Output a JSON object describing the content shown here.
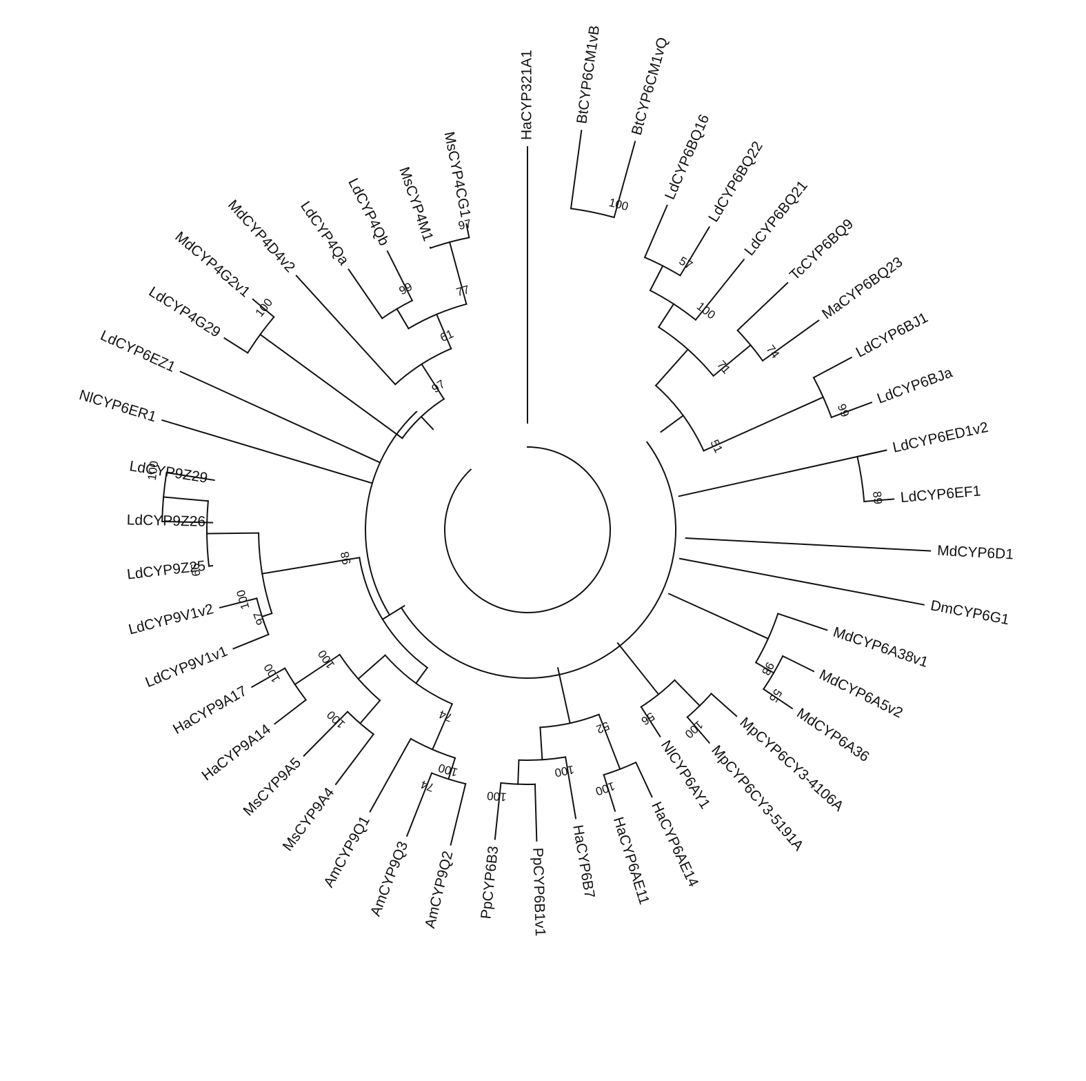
{
  "diagram": {
    "type": "circular-phylogenetic-tree",
    "line_color": "#111111",
    "background": "#ffffff",
    "taxa": [
      "HaCYP321A1",
      "BtCYP6CM1vB",
      "BtCYP6CM1vQ",
      "LdCYP6BQ16",
      "LdCYP6BQ22",
      "LdCYP6BQ21",
      "TcCYP6BQ9",
      "MaCYP6BQ23",
      "LdCYP6BJ1",
      "LdCYP6BJa",
      "LdCYP6ED1v2",
      "LdCYP6EF1",
      "MdCYP6D1",
      "DmCYP6G1",
      "MdCYP6A38v1",
      "MdCYP6A5v2",
      "MdCYP6A36",
      "MpCYP6CY3-4106A",
      "MpCYP6CY3-5191A",
      "NlCYP6AY1",
      "HaCYP6AE14",
      "HaCYP6AE11",
      "HaCYP6B7",
      "PpCYP6B1v1",
      "PpCYP6B3",
      "AmCYP9Q2",
      "AmCYP9Q3",
      "AmCYP9Q1",
      "MsCYP9A4",
      "MsCYP9A5",
      "HaCYP9A14",
      "HaCYP9A17",
      "LdCYP9V1v1",
      "LdCYP9V1v2",
      "LdCYP9Z25",
      "LdCYP9Z26",
      "LdCYP9Z29",
      "NlCYP6ER1",
      "LdCYP6EZ1",
      "LdCYP4G29",
      "MdCYP4G2v1",
      "MdCYP4D4v2",
      "LdCYP4Qa",
      "LdCYP4Qb",
      "MsCYP4M1",
      "MsCYP4CG1"
    ],
    "support_values": [
      "100",
      "57",
      "100",
      "74",
      "71",
      "99",
      "51",
      "89",
      "98",
      "55",
      "100",
      "56",
      "100",
      "100",
      "100",
      "52",
      "74",
      "100",
      "100",
      "100",
      "100",
      "74",
      "98",
      "100",
      "100",
      "66",
      "97",
      "97",
      "100",
      "99",
      "97",
      "77",
      "61",
      "69"
    ]
  }
}
